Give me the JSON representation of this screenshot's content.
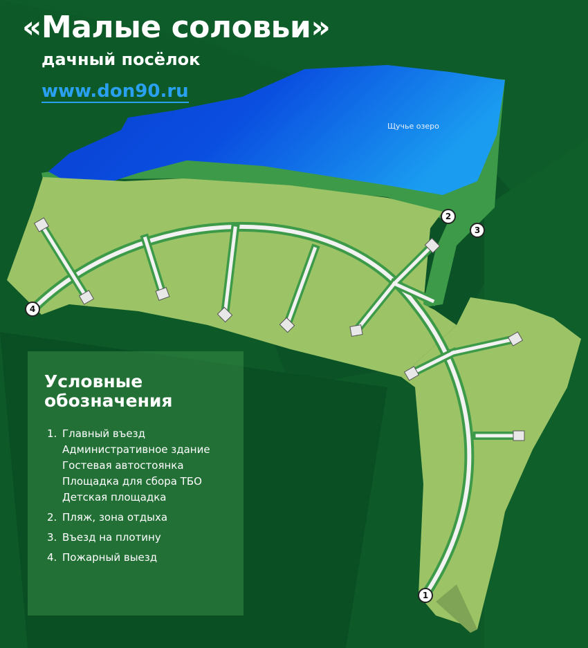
{
  "header": {
    "title": "«Малые соловьи»",
    "subtitle": "дачный посёлок",
    "url": "www.don90.ru"
  },
  "map": {
    "lake_label": "Щучье озеро",
    "markers": [
      "1",
      "2",
      "3",
      "4"
    ],
    "colors": {
      "background": "#0d5a28",
      "lake": "#1060e0",
      "lots": "#9cc466",
      "verge": "#3d9a48",
      "road": "#f2f2f2"
    }
  },
  "legend": {
    "title": "Условные обозначения",
    "items": [
      {
        "num": "1.",
        "lines": [
          "Главный въезд",
          "Административное здание",
          "Гостевая автостоянка",
          "Площадка для сбора ТБО",
          "Детская площадка"
        ]
      },
      {
        "num": "2.",
        "lines": [
          "Пляж, зона отдыха"
        ]
      },
      {
        "num": "3.",
        "lines": [
          "Въезд на плотину"
        ]
      },
      {
        "num": "4.",
        "lines": [
          "Пожарный выезд"
        ]
      }
    ]
  }
}
